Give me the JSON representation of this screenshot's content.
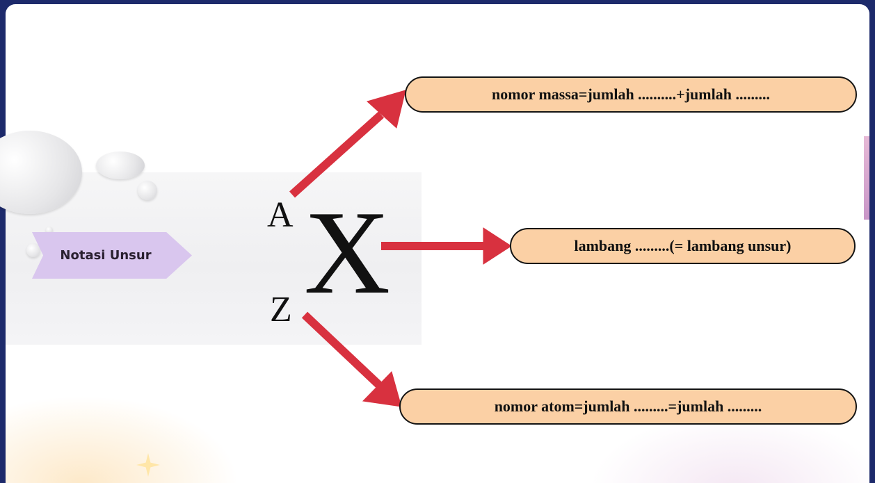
{
  "slide": {
    "label": "Notasi Unsur",
    "symbol": {
      "mass_number": "A",
      "atomic_number": "Z",
      "element": "X"
    },
    "boxes": [
      {
        "text": "nomor massa=jumlah ..........+jumlah ........."
      },
      {
        "text": "lambang .........(= lambang unsur)"
      },
      {
        "text": "nomor atom=jumlah .........=jumlah ........."
      }
    ],
    "colors": {
      "arrow": "#d8313f",
      "box_fill": "#fbd0a5",
      "label_fill": "#d9c6ee",
      "frame": "#1d2a6b"
    }
  }
}
